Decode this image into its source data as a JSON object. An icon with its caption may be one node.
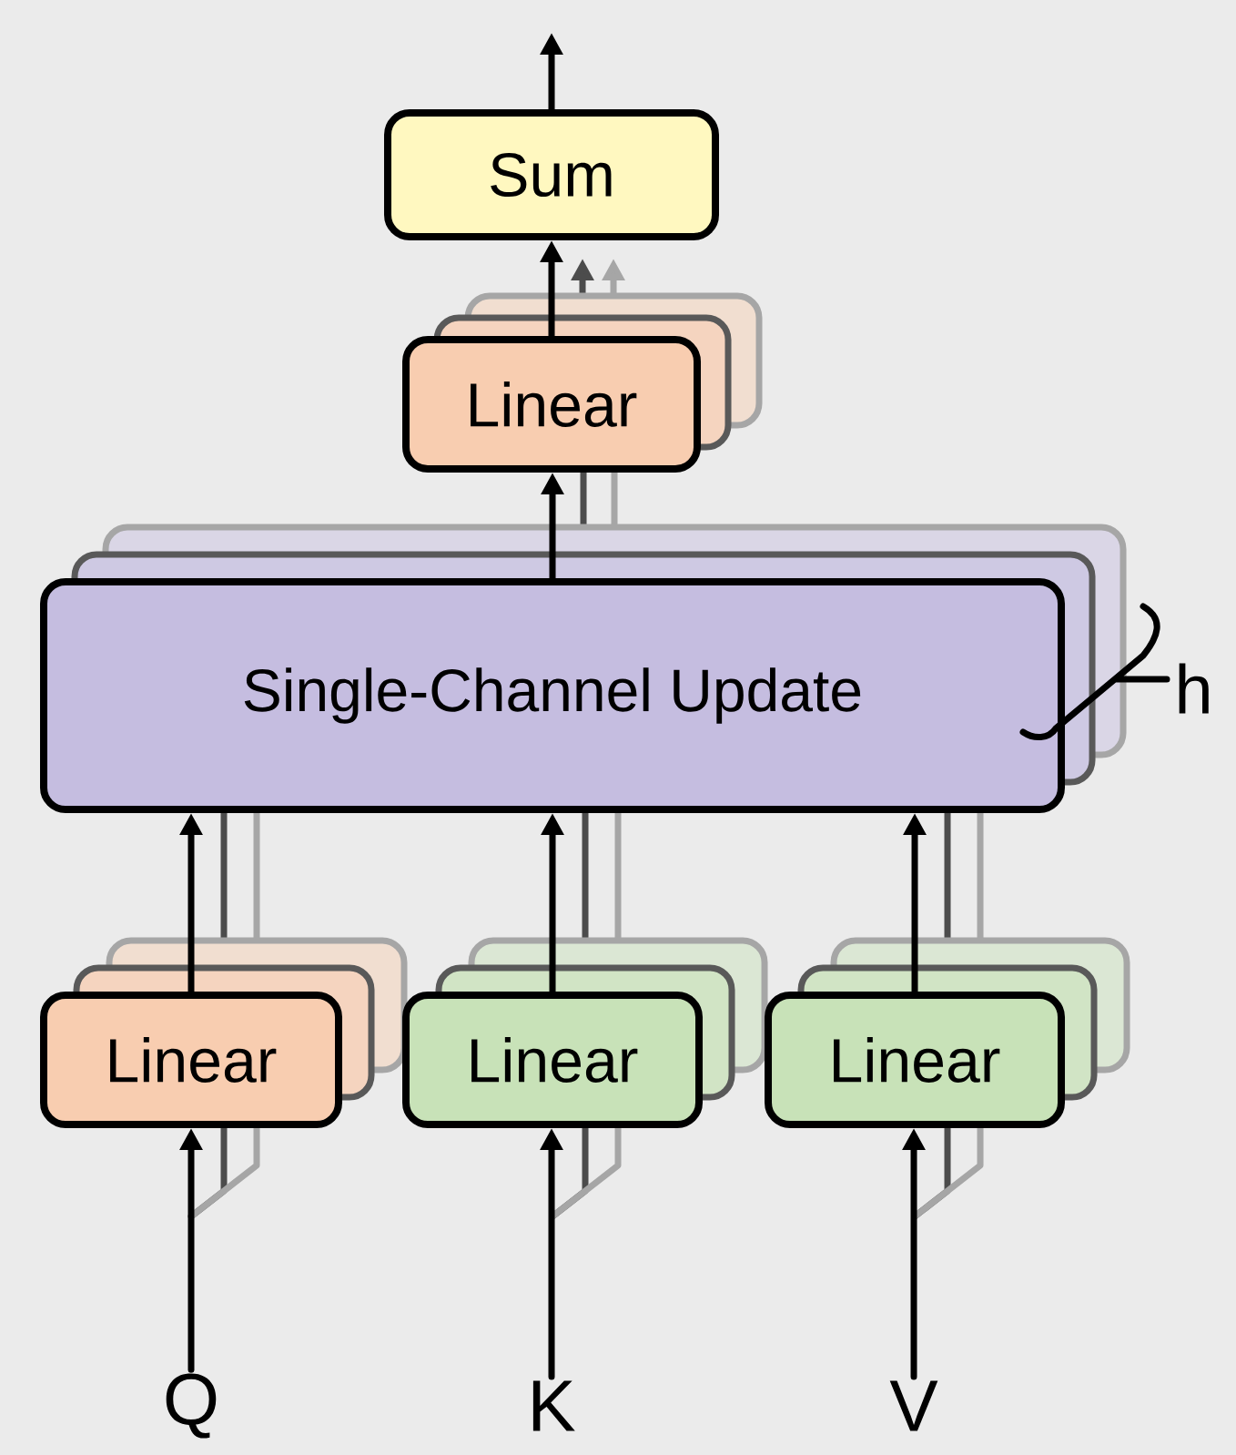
{
  "diagram": {
    "nodes": [
      {
        "text": [
          "Sum"
        ]
      },
      {
        "text": [
          "Linear"
        ]
      },
      {
        "text": [
          "Single-Channel Update"
        ]
      },
      {
        "text": [
          "Linear"
        ]
      },
      {
        "text": [
          "Linear"
        ]
      },
      {
        "text": [
          "Linear"
        ]
      },
      {
        "text": [
          "Q"
        ]
      },
      {
        "text": [
          "K"
        ]
      },
      {
        "text": [
          "V"
        ]
      }
    ],
    "edges": [
      {
        "from": 0,
        "to": null,
        "arrow": "to"
      },
      {
        "from": 1,
        "to": 0,
        "arrow": "to"
      },
      {
        "from": 2,
        "to": 1,
        "arrow": "to"
      },
      {
        "from": 3,
        "to": 2,
        "arrow": "to"
      },
      {
        "from": 4,
        "to": 2,
        "arrow": "to"
      },
      {
        "from": 5,
        "to": 2,
        "arrow": "to"
      },
      {
        "from": 6,
        "to": 3,
        "arrow": "to"
      },
      {
        "from": 7,
        "to": 4,
        "arrow": "to"
      },
      {
        "from": 8,
        "to": 5,
        "arrow": "to"
      }
    ],
    "labels": [
      "h"
    ]
  }
}
